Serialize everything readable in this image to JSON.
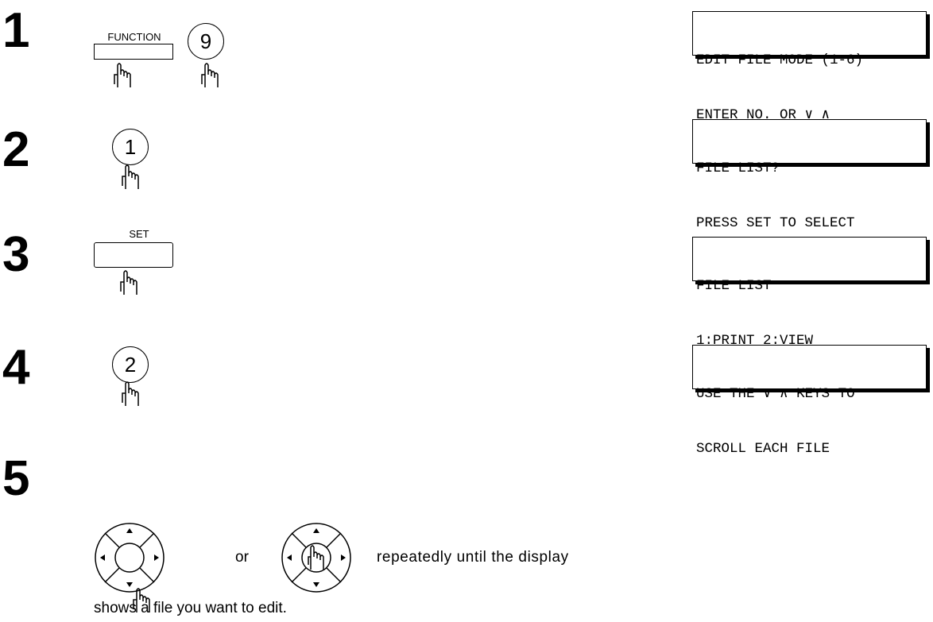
{
  "steps": [
    {
      "number": "1",
      "keys": {
        "function_label": "FUNCTION",
        "digit": "9"
      },
      "lcd": [
        "EDIT FILE MODE (1-6)",
        "ENTER NO. OR ∨ ∧"
      ]
    },
    {
      "number": "2",
      "keys": {
        "digit": "1"
      },
      "lcd": [
        "FILE LIST?",
        "PRESS SET TO SELECT"
      ]
    },
    {
      "number": "3",
      "keys": {
        "set_label": "SET"
      },
      "lcd": [
        "FILE LIST",
        "1:PRINT 2:VIEW"
      ]
    },
    {
      "number": "4",
      "keys": {
        "digit": "2"
      },
      "lcd": [
        "USE THE ∨ ∧ KEYS TO",
        "SCROLL EACH FILE"
      ]
    },
    {
      "number": "5",
      "or_text": "or",
      "instruction_line1": "repeatedly until the display",
      "instruction_line2": "shows a file you want to edit."
    }
  ]
}
